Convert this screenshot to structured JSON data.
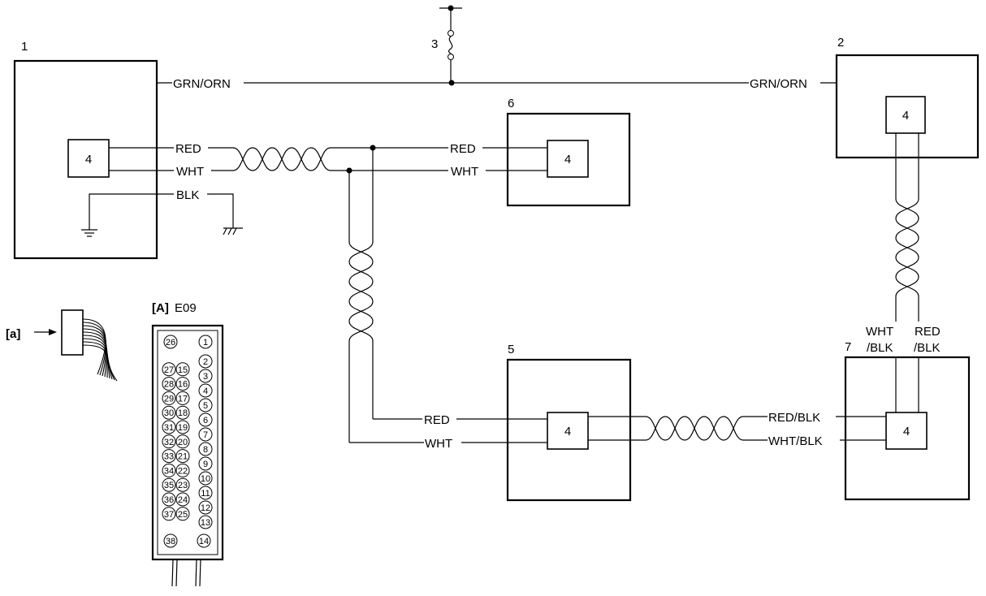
{
  "components": {
    "c1": {
      "number": "1",
      "port": "4"
    },
    "c2": {
      "number": "2",
      "port": "4"
    },
    "c3": {
      "number": "3"
    },
    "c5": {
      "number": "5",
      "port": "4"
    },
    "c6": {
      "number": "6",
      "port": "4"
    },
    "c7": {
      "number": "7",
      "port": "4"
    }
  },
  "wires": {
    "grn_orn_left": "GRN/ORN",
    "grn_orn_right": "GRN/ORN",
    "red_c1": "RED",
    "wht_c1": "WHT",
    "blk_c1": "BLK",
    "red_c6": "RED",
    "wht_c6": "WHT",
    "red_c5": "RED",
    "wht_c5": "WHT",
    "red_blk_c7": "RED/BLK",
    "wht_blk_c7": "WHT/BLK",
    "wht_blk_top_1": "WHT",
    "wht_blk_top_2": "/BLK",
    "red_blk_top_1": "RED",
    "red_blk_top_2": "/BLK"
  },
  "connector": {
    "a_label": "[a]",
    "title_bracket": "[A]",
    "title_code": "E09",
    "pins_right": [
      "1",
      "2",
      "3",
      "4",
      "5",
      "6",
      "7",
      "8",
      "9",
      "10",
      "11",
      "12",
      "13",
      "14"
    ],
    "pins_left": [
      "26",
      "27",
      "28",
      "29",
      "30",
      "31",
      "32",
      "33",
      "34",
      "35",
      "36",
      "37",
      "38"
    ],
    "pins_mid": [
      "15",
      "16",
      "17",
      "18",
      "19",
      "20",
      "21",
      "22",
      "23",
      "24",
      "25"
    ]
  }
}
